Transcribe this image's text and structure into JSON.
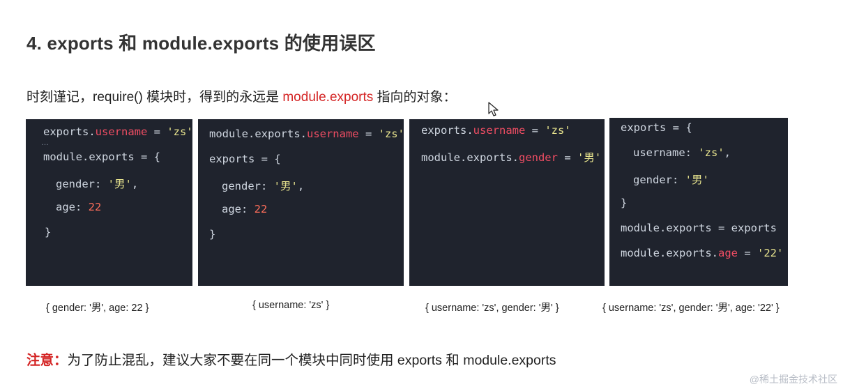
{
  "title": "4. exports 和 module.exports 的使用误区",
  "intro": {
    "before": "时刻谨记，require() 模块时，得到的永远是 ",
    "highlight": "module.exports",
    "after": " 指向的对象："
  },
  "panels": [
    {
      "lines": [
        [
          {
            "t": "exports.",
            "c": "kw"
          },
          {
            "t": "username",
            "c": "prop"
          },
          {
            "t": " = ",
            "c": "op"
          },
          {
            "t": "'zs'",
            "c": "str"
          }
        ],
        [
          {
            "t": "module.exports = {",
            "c": "kw"
          }
        ],
        [
          {
            "t": "gender: ",
            "c": "kw"
          },
          {
            "t": "'男'",
            "c": "str"
          },
          {
            "t": ",",
            "c": "op"
          }
        ],
        [
          {
            "t": "age: ",
            "c": "kw"
          },
          {
            "t": "22",
            "c": "num"
          }
        ],
        [
          {
            "t": "}",
            "c": "kw"
          }
        ]
      ],
      "ellipsis": "…",
      "result": "{ gender: '男', age: 22 }"
    },
    {
      "lines": [
        [
          {
            "t": "module.exports.",
            "c": "kw"
          },
          {
            "t": "username",
            "c": "prop"
          },
          {
            "t": " = ",
            "c": "op"
          },
          {
            "t": "'zs'",
            "c": "str"
          }
        ],
        [
          {
            "t": "exports = {",
            "c": "kw"
          }
        ],
        [
          {
            "t": "gender: ",
            "c": "kw"
          },
          {
            "t": "'男'",
            "c": "str"
          },
          {
            "t": ",",
            "c": "op"
          }
        ],
        [
          {
            "t": "age: ",
            "c": "kw"
          },
          {
            "t": "22",
            "c": "num"
          }
        ],
        [
          {
            "t": "}",
            "c": "kw"
          }
        ]
      ],
      "result": "{ username: 'zs' }"
    },
    {
      "lines": [
        [
          {
            "t": "exports.",
            "c": "kw"
          },
          {
            "t": "username",
            "c": "prop"
          },
          {
            "t": " = ",
            "c": "op"
          },
          {
            "t": "'zs'",
            "c": "str"
          }
        ],
        [
          {
            "t": "module.exports.",
            "c": "kw"
          },
          {
            "t": "gender",
            "c": "prop"
          },
          {
            "t": " = ",
            "c": "op"
          },
          {
            "t": "'男'",
            "c": "str"
          }
        ]
      ],
      "result": "{ username: 'zs', gender: '男' }"
    },
    {
      "lines": [
        [
          {
            "t": "exports = {",
            "c": "kw"
          }
        ],
        [
          {
            "t": "username: ",
            "c": "kw"
          },
          {
            "t": "'zs'",
            "c": "str"
          },
          {
            "t": ",",
            "c": "op"
          }
        ],
        [
          {
            "t": "gender: ",
            "c": "kw"
          },
          {
            "t": "'男'",
            "c": "str"
          }
        ],
        [
          {
            "t": "}",
            "c": "kw"
          }
        ],
        [
          {
            "t": "module.exports = exports",
            "c": "kw"
          }
        ],
        [
          {
            "t": "module.exports.",
            "c": "kw"
          },
          {
            "t": "age",
            "c": "prop"
          },
          {
            "t": " = ",
            "c": "op"
          },
          {
            "t": "'22'",
            "c": "str"
          }
        ]
      ],
      "result": "{ username: 'zs', gender: '男', age: '22' }"
    }
  ],
  "note": {
    "label": "注意：",
    "text": "为了防止混乱，建议大家不要在同一个模块中同时使用 exports 和 module.exports"
  },
  "watermark": "@稀土掘金技术社区",
  "colors": {
    "panel_bg": "#1f232d",
    "property": "#ef4d63",
    "string": "#e8e48e",
    "number": "#ff6e5a",
    "accent_red": "#d42424"
  }
}
